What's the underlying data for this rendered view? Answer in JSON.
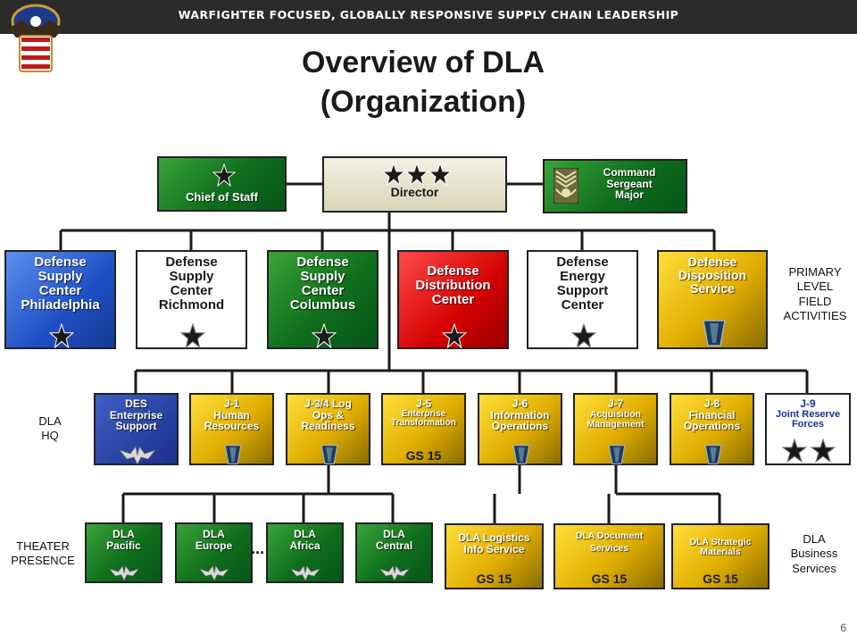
{
  "header": {
    "banner": "WARFIGHTER FOCUSED, GLOBALLY RESPONSIVE SUPPLY CHAIN LEADERSHIP"
  },
  "title": {
    "line1": "Overview of DLA",
    "line2": "(Organization)"
  },
  "top_row": {
    "chief_of_staff": "Chief of Staff",
    "director": "Director",
    "command_sergeant_major": {
      "line1": "Command",
      "line2": "Sergeant",
      "line3": "Major"
    }
  },
  "field_activities": {
    "dsc_philadelphia": {
      "line1": "Defense",
      "line2": "Supply",
      "line3": "Center",
      "line4": "Philadelphia"
    },
    "dsc_richmond": {
      "line1": "Defense",
      "line2": "Supply",
      "line3": "Center",
      "line4": "Richmond"
    },
    "dsc_columbus": {
      "line1": "Defense",
      "line2": "Supply",
      "line3": "Center",
      "line4": "Columbus"
    },
    "distribution_center": {
      "line1": "Defense",
      "line2": "Distribution",
      "line3": "Center"
    },
    "energy_support": {
      "line1": "Defense",
      "line2": "Energy",
      "line3": "Support",
      "line4": "Center"
    },
    "disposition_service": {
      "line1": "Defense",
      "line2": "Disposition",
      "line3": "Service"
    }
  },
  "hq": {
    "des": {
      "line1": "DES",
      "line2": "Enterprise",
      "line3": "Support"
    },
    "j1": {
      "line1": "J-1",
      "line2": "Human",
      "line3": "Resources"
    },
    "j34": {
      "line1": "J-3/4 Log",
      "line2": "Ops &",
      "line3": "Readiness"
    },
    "j5": {
      "line1": "J-5",
      "line2": "Enterprise",
      "line3": "Transformation",
      "grade": "GS 15"
    },
    "j6": {
      "line1": "J-6",
      "line2": "Information",
      "line3": "Operations"
    },
    "j7": {
      "line1": "J-7",
      "line2": "Acquisition",
      "line3": "Management"
    },
    "j8": {
      "line1": "J-8",
      "line2": "Financial",
      "line3": "Operations"
    },
    "j9": {
      "line1": "J-9",
      "line2": "Joint Reserve",
      "line3": "Forces"
    }
  },
  "theater": {
    "pacific": {
      "line1": "DLA",
      "line2": "Pacific"
    },
    "europe": {
      "line1": "DLA",
      "line2": "Europe"
    },
    "africa": {
      "line1": "DLA",
      "line2": "Africa"
    },
    "central": {
      "line1": "DLA",
      "line2": "Central"
    },
    "ellipsis": "..."
  },
  "business": {
    "logistics": {
      "line1": "DLA Logistics",
      "line2": "Info Service",
      "grade": "GS 15"
    },
    "document": {
      "line1": "DLA Document",
      "line2": "Services",
      "grade": "GS 15"
    },
    "strategic": {
      "line1": "DLA Strategic",
      "line2": "Materials",
      "grade": "GS 15"
    }
  },
  "side_labels": {
    "primary": {
      "line1": "PRIMARY",
      "line2": "LEVEL",
      "line3": "FIELD",
      "line4": "ACTIVITIES"
    },
    "hq": {
      "line1": "DLA",
      "line2": "HQ"
    },
    "theater": {
      "line1": "THEATER",
      "line2": "PRESENCE"
    },
    "business": {
      "line1": "DLA",
      "line2": "Business",
      "line3": "Services"
    }
  },
  "page_number": "6",
  "colors": {
    "banner_bg": "#2b2b2b",
    "green": "#0f6e1c",
    "blue": "#1f4fc4",
    "red": "#d40000",
    "gold": "#e0ad00",
    "navy": "#1a2f8a",
    "connector": "#1a1a1a"
  }
}
